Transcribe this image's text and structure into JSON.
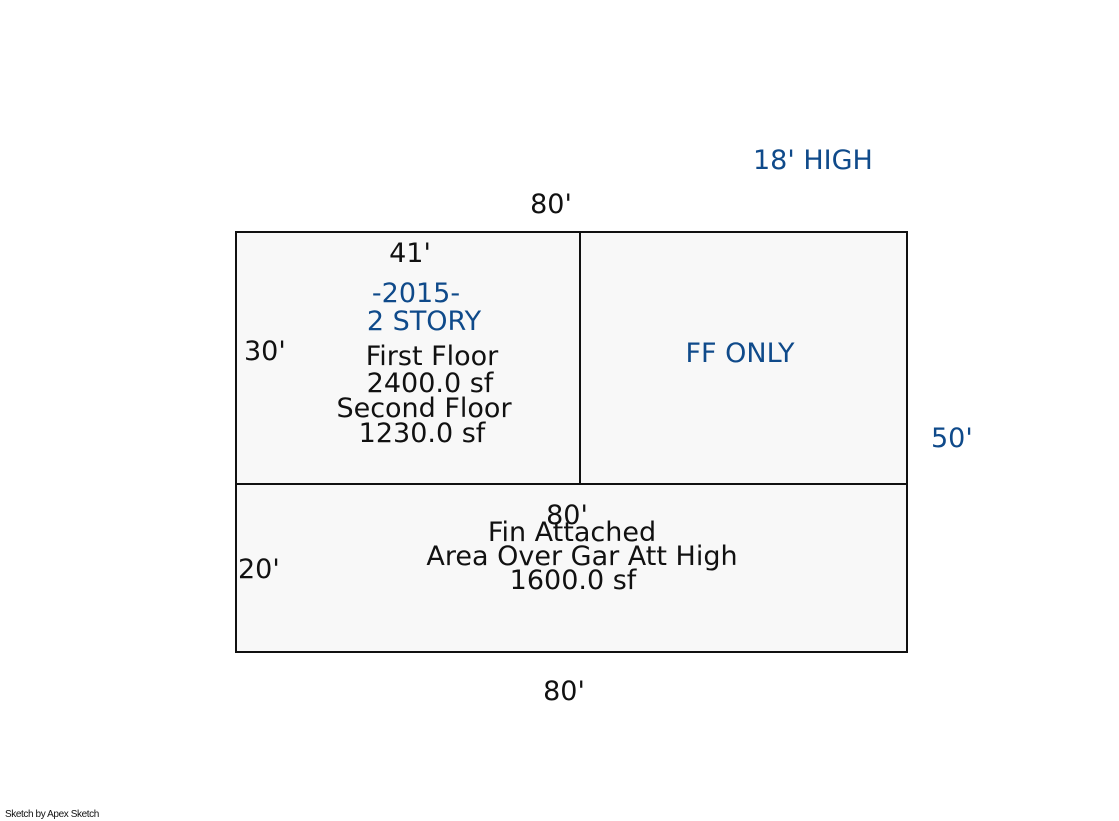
{
  "header": {
    "height_note": "18' HIGH"
  },
  "dimensions": {
    "top_width": "80'",
    "bottom_width": "80'",
    "right_depth": "50'",
    "upper_left_width": "41'",
    "upper_left_depth": "30'",
    "lower_depth": "20'",
    "lower_width": "80'"
  },
  "rooms": {
    "two_story": {
      "year": "-2015-",
      "type": "2 STORY",
      "first_floor_label": "First Floor",
      "first_floor_area": "2400.0 sf",
      "second_floor_label": "Second Floor",
      "second_floor_area": "1230.0 sf"
    },
    "ff_only": {
      "label": "FF ONLY"
    },
    "garage": {
      "line1": "Fin Attached",
      "line2": "Area Over Gar Att High",
      "area": "1600.0 sf"
    }
  },
  "footer": {
    "credit": "Sketch by Apex Sketch"
  },
  "colors": {
    "line": "#111111",
    "fill": "#f8f8f8",
    "accent_blue": "#0f4a8a"
  }
}
